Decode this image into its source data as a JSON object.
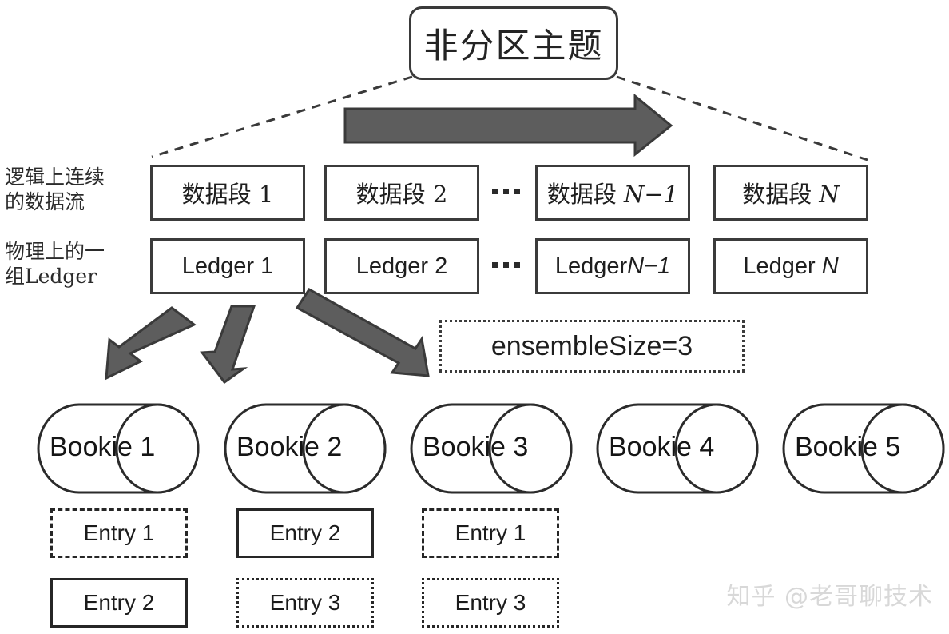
{
  "diagram": {
    "title": "非分区主题",
    "flow_arrow_name": "write-direction-arrow",
    "side_labels": {
      "logical": "逻辑上连续\n的数据流",
      "logical_line1": "逻辑上连续",
      "logical_line2": "的数据流",
      "physical_line1": "物理上的一",
      "physical_line2": "组Ledger"
    },
    "segments": [
      {
        "prefix": "数据段",
        "suffix": "1",
        "italic_suffix": false
      },
      {
        "prefix": "数据段",
        "suffix": "2",
        "italic_suffix": false
      },
      {
        "prefix": "数据段",
        "suffix": "N−1",
        "italic_suffix": true
      },
      {
        "prefix": "数据段",
        "suffix": "N",
        "italic_suffix": true
      }
    ],
    "ledgers": [
      {
        "prefix": "Ledger",
        "suffix": "1",
        "italic_suffix": false
      },
      {
        "prefix": "Ledger",
        "suffix": "2",
        "italic_suffix": false
      },
      {
        "prefix": "Ledger",
        "suffix": "N−1",
        "italic_suffix": true
      },
      {
        "prefix": "Ledger",
        "suffix": "N",
        "italic_suffix": true
      }
    ],
    "ellipsis_glyph": "...",
    "ensemble_note": "ensembleSize=3",
    "bookies": [
      {
        "name_part": "Bookie",
        "index": "1"
      },
      {
        "name_part": "Bookie",
        "index": "2"
      },
      {
        "name_part": "Bookie",
        "index": "3"
      },
      {
        "name_part": "Bookie",
        "index": "4"
      },
      {
        "name_part": "Bookie",
        "index": "5"
      }
    ],
    "entry_columns": [
      {
        "bookie": "1",
        "entries": [
          {
            "label": "Entry 1",
            "border": "dashdot"
          },
          {
            "label": "Entry 2",
            "border": "solid"
          }
        ]
      },
      {
        "bookie": "2",
        "entries": [
          {
            "label": "Entry 2",
            "border": "solid"
          },
          {
            "label": "Entry 3",
            "border": "dotted"
          }
        ]
      },
      {
        "bookie": "3",
        "entries": [
          {
            "label": "Entry 1",
            "border": "dashdot"
          },
          {
            "label": "Entry 3",
            "border": "dotted"
          }
        ]
      }
    ],
    "watermark": "知乎 @老哥聊技术",
    "colors": {
      "arrow_fill": "#5d5d5d",
      "arrow_stroke": "#3a3a3a",
      "box_stroke": "#3b3b3b",
      "text": "#1e1e1e",
      "watermark": "#d8d8d8",
      "background": "#ffffff"
    }
  }
}
